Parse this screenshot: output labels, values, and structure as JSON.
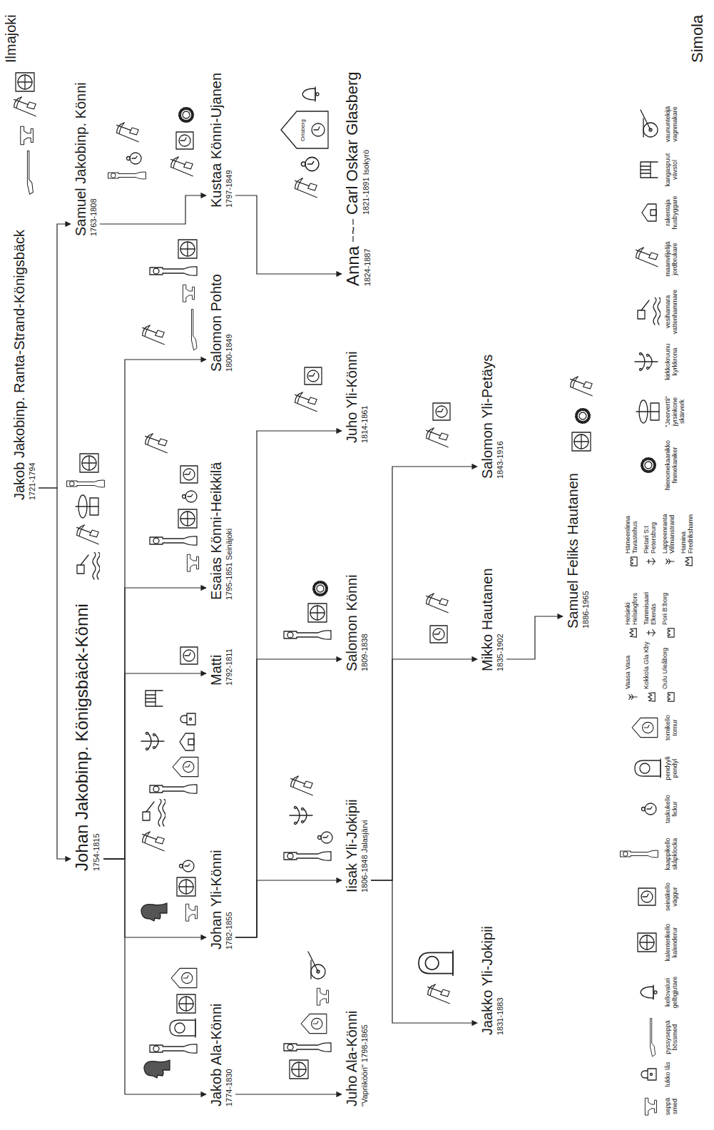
{
  "diagram": {
    "nodes": [
      {
        "text": [
          "Jakob Jakobinp. Ranta-Strand-Königsbäck",
          "1721-1794"
        ]
      },
      {
        "text": [
          "Johan Jakobinp. Königsbäck-Könni",
          "1754-1815"
        ]
      },
      {
        "text": [
          "Samuel Jakobinp. Könni",
          "1763-1808"
        ]
      },
      {
        "text": [
          "Jakob Ala-Könni",
          "1774-1830"
        ]
      },
      {
        "text": [
          "Johan Yli-Könni",
          "1782-1855"
        ]
      },
      {
        "text": [
          "Matti",
          "1792-1811"
        ]
      },
      {
        "text": [
          "Esaias Könni-Heikkilä",
          "1795-1851 Seinäjoki"
        ]
      },
      {
        "text": [
          "Salomon Pohto",
          "1800-1849"
        ]
      },
      {
        "text": [
          "Kustaa Könni-Ujanen",
          "1797-1849"
        ]
      },
      {
        "text": [
          "Juho Ala-Könni",
          "\"Vapriikööri\" 1798-1865"
        ]
      },
      {
        "text": [
          "Iisak Yli-Jokipii",
          "1806-1848 Jalasjärvi"
        ]
      },
      {
        "text": [
          "Salomon Könni",
          "1809-1838"
        ]
      },
      {
        "text": [
          "Juho Yli-Könni",
          "1814-1861"
        ]
      },
      {
        "text": [
          "Anna",
          "1824-1887"
        ]
      },
      {
        "text": [
          "Carl Oskar Glasberg",
          "1821-1891 Isokyrö"
        ]
      },
      {
        "text": [
          "Jaakko Yli-Jokipii",
          "1831-1883"
        ]
      },
      {
        "text": [
          "Mikko Hautanen",
          "1835-1902"
        ]
      },
      {
        "text": [
          "Salomon Yli-Petäys",
          "1843-1916"
        ]
      },
      {
        "text": [
          "Samuel Feliks Hautanen",
          "1886-1965"
        ]
      }
    ],
    "edges": [
      {
        "from": 0,
        "to": 1,
        "arrow": "to"
      },
      {
        "from": 0,
        "to": 2,
        "arrow": "to"
      },
      {
        "from": 1,
        "to": 3,
        "arrow": "to"
      },
      {
        "from": 1,
        "to": 4,
        "arrow": "to"
      },
      {
        "from": 1,
        "to": 5,
        "arrow": "to"
      },
      {
        "from": 1,
        "to": 6,
        "arrow": "to"
      },
      {
        "from": 1,
        "to": 7,
        "arrow": "to"
      },
      {
        "from": 2,
        "to": 8,
        "arrow": "to"
      },
      {
        "from": 3,
        "to": 9,
        "arrow": "to"
      },
      {
        "from": 4,
        "to": 10,
        "arrow": "to"
      },
      {
        "from": 4,
        "to": 11,
        "arrow": "to"
      },
      {
        "from": 4,
        "to": 12,
        "arrow": "to"
      },
      {
        "from": 8,
        "to": 13,
        "arrow": "to"
      },
      {
        "from": 13,
        "to": 14,
        "label": "~",
        "arrow": "none"
      },
      {
        "from": 10,
        "to": 15,
        "arrow": "to"
      },
      {
        "from": 10,
        "to": 16,
        "arrow": "to"
      },
      {
        "from": 10,
        "to": 17,
        "arrow": "to"
      },
      {
        "from": 16,
        "to": 18,
        "arrow": "to"
      }
    ],
    "labels": [
      "Ilmajoki",
      "Simola",
      "Orisberg"
    ],
    "legend": [
      {
        "text": "seppä smed"
      },
      {
        "text": "lukko lås"
      },
      {
        "text": "pyssyseppä bössmed"
      },
      {
        "text": "kellovaluri gelbgjutare"
      },
      {
        "text": "kalenterikello kalenderur"
      },
      {
        "text": "seinäkello väggur"
      },
      {
        "text": "kaappikello skåpklocka"
      },
      {
        "text": "taskukello fickur"
      },
      {
        "text": "pendyyli pendyl"
      },
      {
        "text": "tornikello tornur"
      },
      {
        "text": "Vaasa Vasa"
      },
      {
        "text": "Kokkola Gla Kby"
      },
      {
        "text": "Oulu Uleåborg"
      },
      {
        "text": "Helsinki Helsingfors"
      },
      {
        "text": "Tammisaari Ekenäs"
      },
      {
        "text": "Pori B:borg"
      },
      {
        "text": "Hämeenlinna Tavastehus"
      },
      {
        "text": "Pietari S:t Petersburg"
      },
      {
        "text": "Lappeenranta Villmanstrand"
      },
      {
        "text": "Hamina Fredrikshamn"
      },
      {
        "text": "hienomekaanikko finmekaniker"
      },
      {
        "text": "\"Jeervertti\" jyrsinkone skärverk"
      },
      {
        "text": "kirkkokruunu kyrkkrona"
      },
      {
        "text": "vesihamara vattenhammare"
      },
      {
        "text": "maanviljelijä jordbrukare"
      },
      {
        "text": "rakentaja husbyggare"
      },
      {
        "text": "kangaspuut vävstol"
      },
      {
        "text": "vaununtekijä vagnmakare"
      }
    ]
  }
}
